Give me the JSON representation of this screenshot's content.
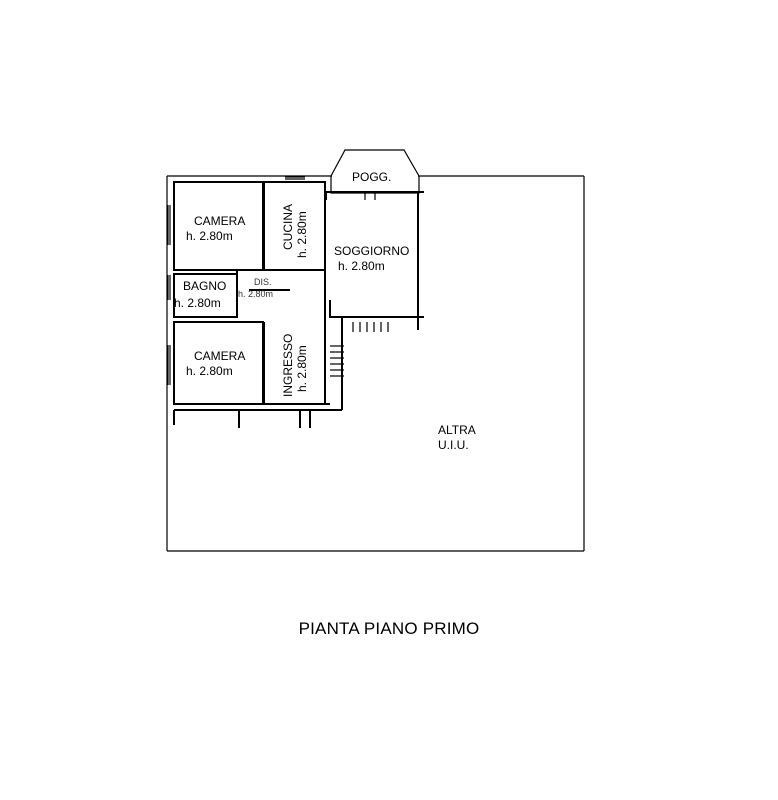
{
  "floor_plan": {
    "title": "PIANTA PIANO PRIMO",
    "rooms": {
      "camera_top": {
        "name": "CAMERA",
        "height": "h. 2.80m"
      },
      "cucina": {
        "name": "CUCINA",
        "height": "h. 2.80m"
      },
      "poggiolo": {
        "name": "POGG."
      },
      "soggiorno": {
        "name": "SOGGIORNO",
        "height": "h. 2.80m"
      },
      "bagno": {
        "name": "BAGNO",
        "height": "h. 2.80m"
      },
      "disimpegno": {
        "name": "DIS.",
        "height": "h. 2.80m"
      },
      "camera_bottom": {
        "name": "CAMERA",
        "height": "h. 2.80m"
      },
      "ingresso": {
        "name": "INGRESSO",
        "height": "h. 2.80m"
      },
      "altra": {
        "name": "ALTRA",
        "sub": "U.I.U."
      }
    }
  }
}
